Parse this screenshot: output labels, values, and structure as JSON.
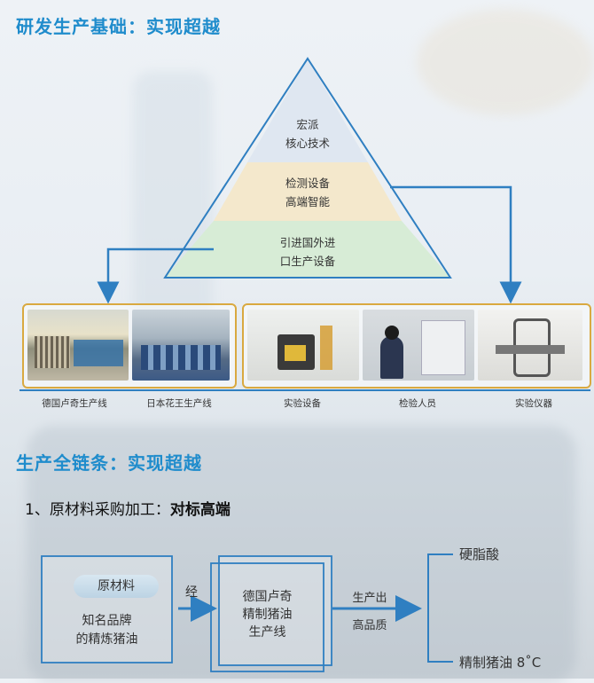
{
  "headings": {
    "top": "研发生产基础：实现超越",
    "chain": "生产全链条：实现超越",
    "step1_prefix": "1、原材料采购加工：",
    "step1_bold": "对标高端"
  },
  "pyramid": {
    "levels": [
      {
        "line1": "宏派",
        "line2": "核心技术"
      },
      {
        "line1": "检测设备",
        "line2": "高端智能"
      },
      {
        "line1": "引进国外进",
        "line2": "口生产设备"
      }
    ]
  },
  "photos": [
    {
      "caption": "德国卢奇生产线"
    },
    {
      "caption": "日本花王生产线"
    },
    {
      "caption": "实验设备"
    },
    {
      "caption": "检验人员"
    },
    {
      "caption": "实验仪器"
    }
  ],
  "flow": {
    "raw_material": "原材料",
    "raw_line1": "知名品牌",
    "raw_line2": "的精炼猪油",
    "via": "经",
    "process_line1": "德国卢奇",
    "process_line2": "精制猪油",
    "process_line3": "生产线",
    "out_top": "生产出",
    "out_bottom": "高品质",
    "product_a": "硬脂酸",
    "product_b": "精制猪油 8˚C"
  },
  "colors": {
    "accent": "#1f8ccc",
    "arrow": "#2f7fc1",
    "frame": "#d9a940",
    "pyr_top": "#dfe7f1",
    "pyr_mid": "#f4e8cc",
    "pyr_bottom": "#d7ecd6"
  }
}
